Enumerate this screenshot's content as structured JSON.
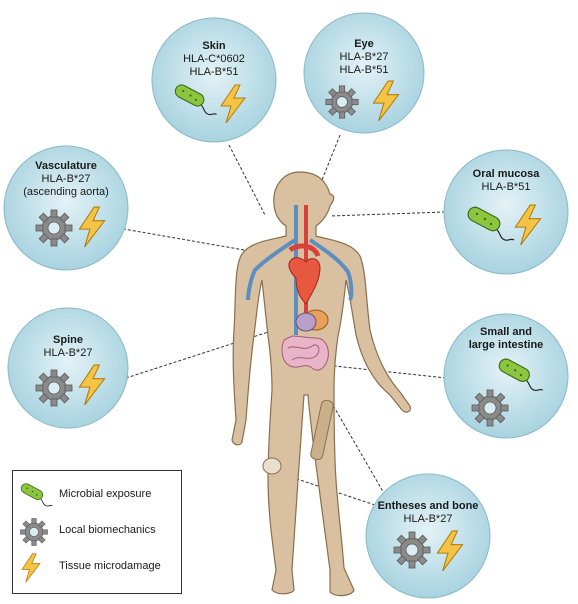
{
  "circles": [
    {
      "id": "skin",
      "title": "Skin",
      "lines": [
        "HLA-C*0602",
        "HLA-B*51"
      ],
      "icons": [
        "bacterium-icon",
        "lightning-icon"
      ]
    },
    {
      "id": "eye",
      "title": "Eye",
      "lines": [
        "HLA-B*27",
        "HLA-B*51"
      ],
      "icons": [
        "gear-icon",
        "lightning-icon"
      ]
    },
    {
      "id": "vasculature",
      "title": "Vasculature",
      "lines": [
        "HLA-B*27",
        "(ascending aorta)"
      ],
      "icons": [
        "gear-icon",
        "lightning-icon"
      ]
    },
    {
      "id": "oral-mucosa",
      "title": "Oral mucosa",
      "lines": [
        "HLA-B*51"
      ],
      "icons": [
        "bacterium-icon",
        "lightning-icon"
      ]
    },
    {
      "id": "spine",
      "title": "Spine",
      "lines": [
        "HLA-B*27"
      ],
      "icons": [
        "gear-icon",
        "lightning-icon"
      ]
    },
    {
      "id": "intestine",
      "title": "Small and large intestine",
      "lines": [],
      "icons": [
        "bacterium-icon",
        "gear-icon"
      ]
    },
    {
      "id": "entheses",
      "title": "Entheses and bone",
      "lines": [
        "HLA-B*27"
      ],
      "icons": [
        "gear-icon",
        "lightning-icon"
      ]
    }
  ],
  "legend": {
    "microbial": "Microbial exposure",
    "biomechanics": "Local biomechanics",
    "microdamage": "Tissue microdamage"
  },
  "colors": {
    "circle_fill": "#bfe0ea",
    "body_fill": "#d8c0a0",
    "bacterium": "#8cc63f",
    "gear": "#8a8a8a",
    "lightning": "#f6c445",
    "artery": "#d9423a",
    "vein": "#5b8fc0"
  }
}
